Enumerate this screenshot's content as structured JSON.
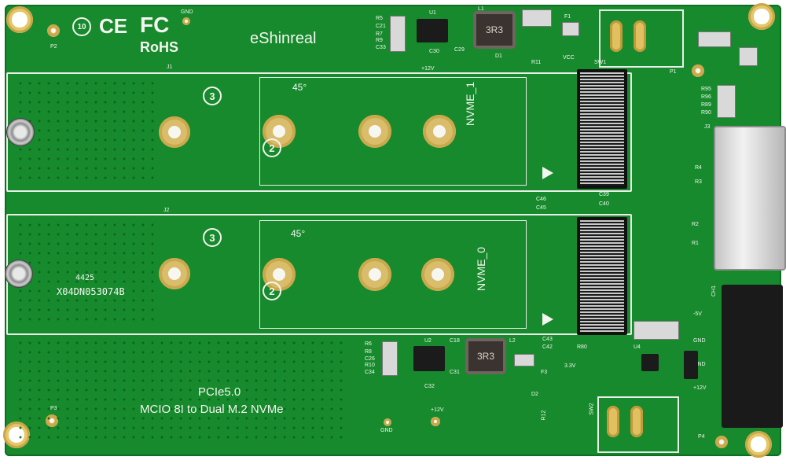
{
  "brand": "eShinreal",
  "certifications": {
    "ten": "10",
    "ce": "CE",
    "fc": "FC",
    "rohs": "RoHS"
  },
  "product": {
    "line1": "PCIe5.0",
    "line2": "MCIO 8I to Dual M.2 NVMe"
  },
  "serial": {
    "code": "X04DN053074B",
    "date": "4425"
  },
  "slots": {
    "top_label": "NVME_1",
    "bottom_label": "NVME_0",
    "top_ref": "J1",
    "bottom_ref": "J2",
    "angle_label": "45°",
    "step2": "2",
    "step3": "3"
  },
  "silk": {
    "gnd_top": "GND",
    "gnd_bottom": "GND",
    "p2": "P2",
    "p3": "P3",
    "p1": "P1",
    "p4": "P4",
    "vcc": "VCC",
    "plus12v_top": "+12V",
    "plus12v_bottom": "+12V",
    "v33": "3.3V",
    "sw1": "SW1",
    "sw2": "SW2",
    "j3": "J3",
    "f1": "F1",
    "u1": "U1",
    "u2": "U2",
    "l1": "L1",
    "l2": "L2",
    "d1": "D1",
    "d2": "D2",
    "inductor_top": "3R3",
    "inductor_bottom": "3R3",
    "c46": "C46",
    "c45": "C45",
    "c39": "C39",
    "c40": "C40",
    "r4": "R4",
    "r3": "R3",
    "r2": "R2",
    "r1": "R1",
    "r95": "R95",
    "r96": "R96",
    "r89": "R89",
    "r90": "R90",
    "r5": "R5",
    "c21": "C21",
    "r7": "R7",
    "r9": "R9",
    "c33": "C33",
    "r6": "R6",
    "r8": "R8",
    "c26": "C26",
    "r10": "R10",
    "c34": "C34",
    "r12": "R12",
    "r80": "R80",
    "u4": "U4",
    "f3": "F3",
    "c43": "C43",
    "c42": "C42",
    "c18": "C18",
    "c31": "C31",
    "c32": "C32",
    "r11": "R11",
    "c30": "C30",
    "c29": "C29",
    "ch1": "CH1",
    "minus5v": "-5V",
    "gnd_pin": "GND",
    "gnd_pin2": "GND",
    "plus12v_pin": "+12V"
  }
}
